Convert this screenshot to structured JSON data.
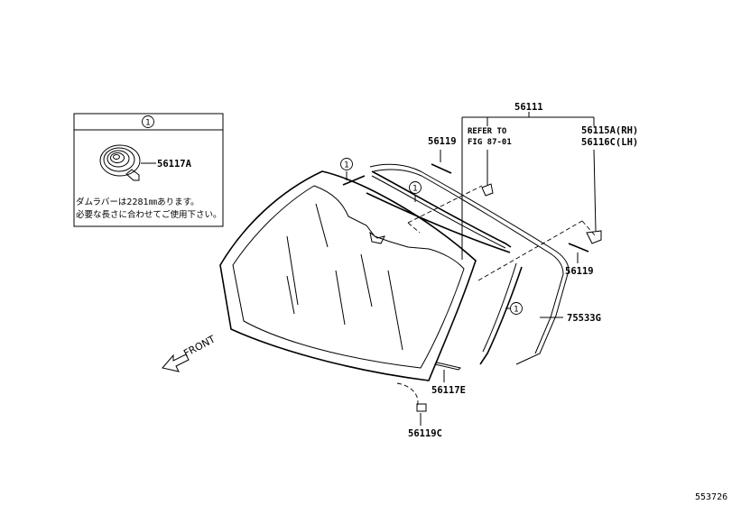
{
  "callout_box": {
    "ref_symbol": "1",
    "part_label": "56117A",
    "note_line1": "ダムラバーは2281㎜あります。",
    "note_line2": "必要な長さに合わせてご使用下さい。"
  },
  "parts": {
    "p56111": "56111",
    "p56119_top": "56119",
    "refer_line1": "REFER TO",
    "refer_line2": "FIG 87-01",
    "p56115A": "56115A(RH)",
    "p56116C": "56116C(LH)",
    "p56119_right": "56119",
    "p75533G": "75533G",
    "p56117E": "56117E",
    "p56119C": "56119C"
  },
  "ref_markers": {
    "m1": "1",
    "m2": "1",
    "m3": "1"
  },
  "front_label": "FRONT",
  "diagram_code": "553726"
}
